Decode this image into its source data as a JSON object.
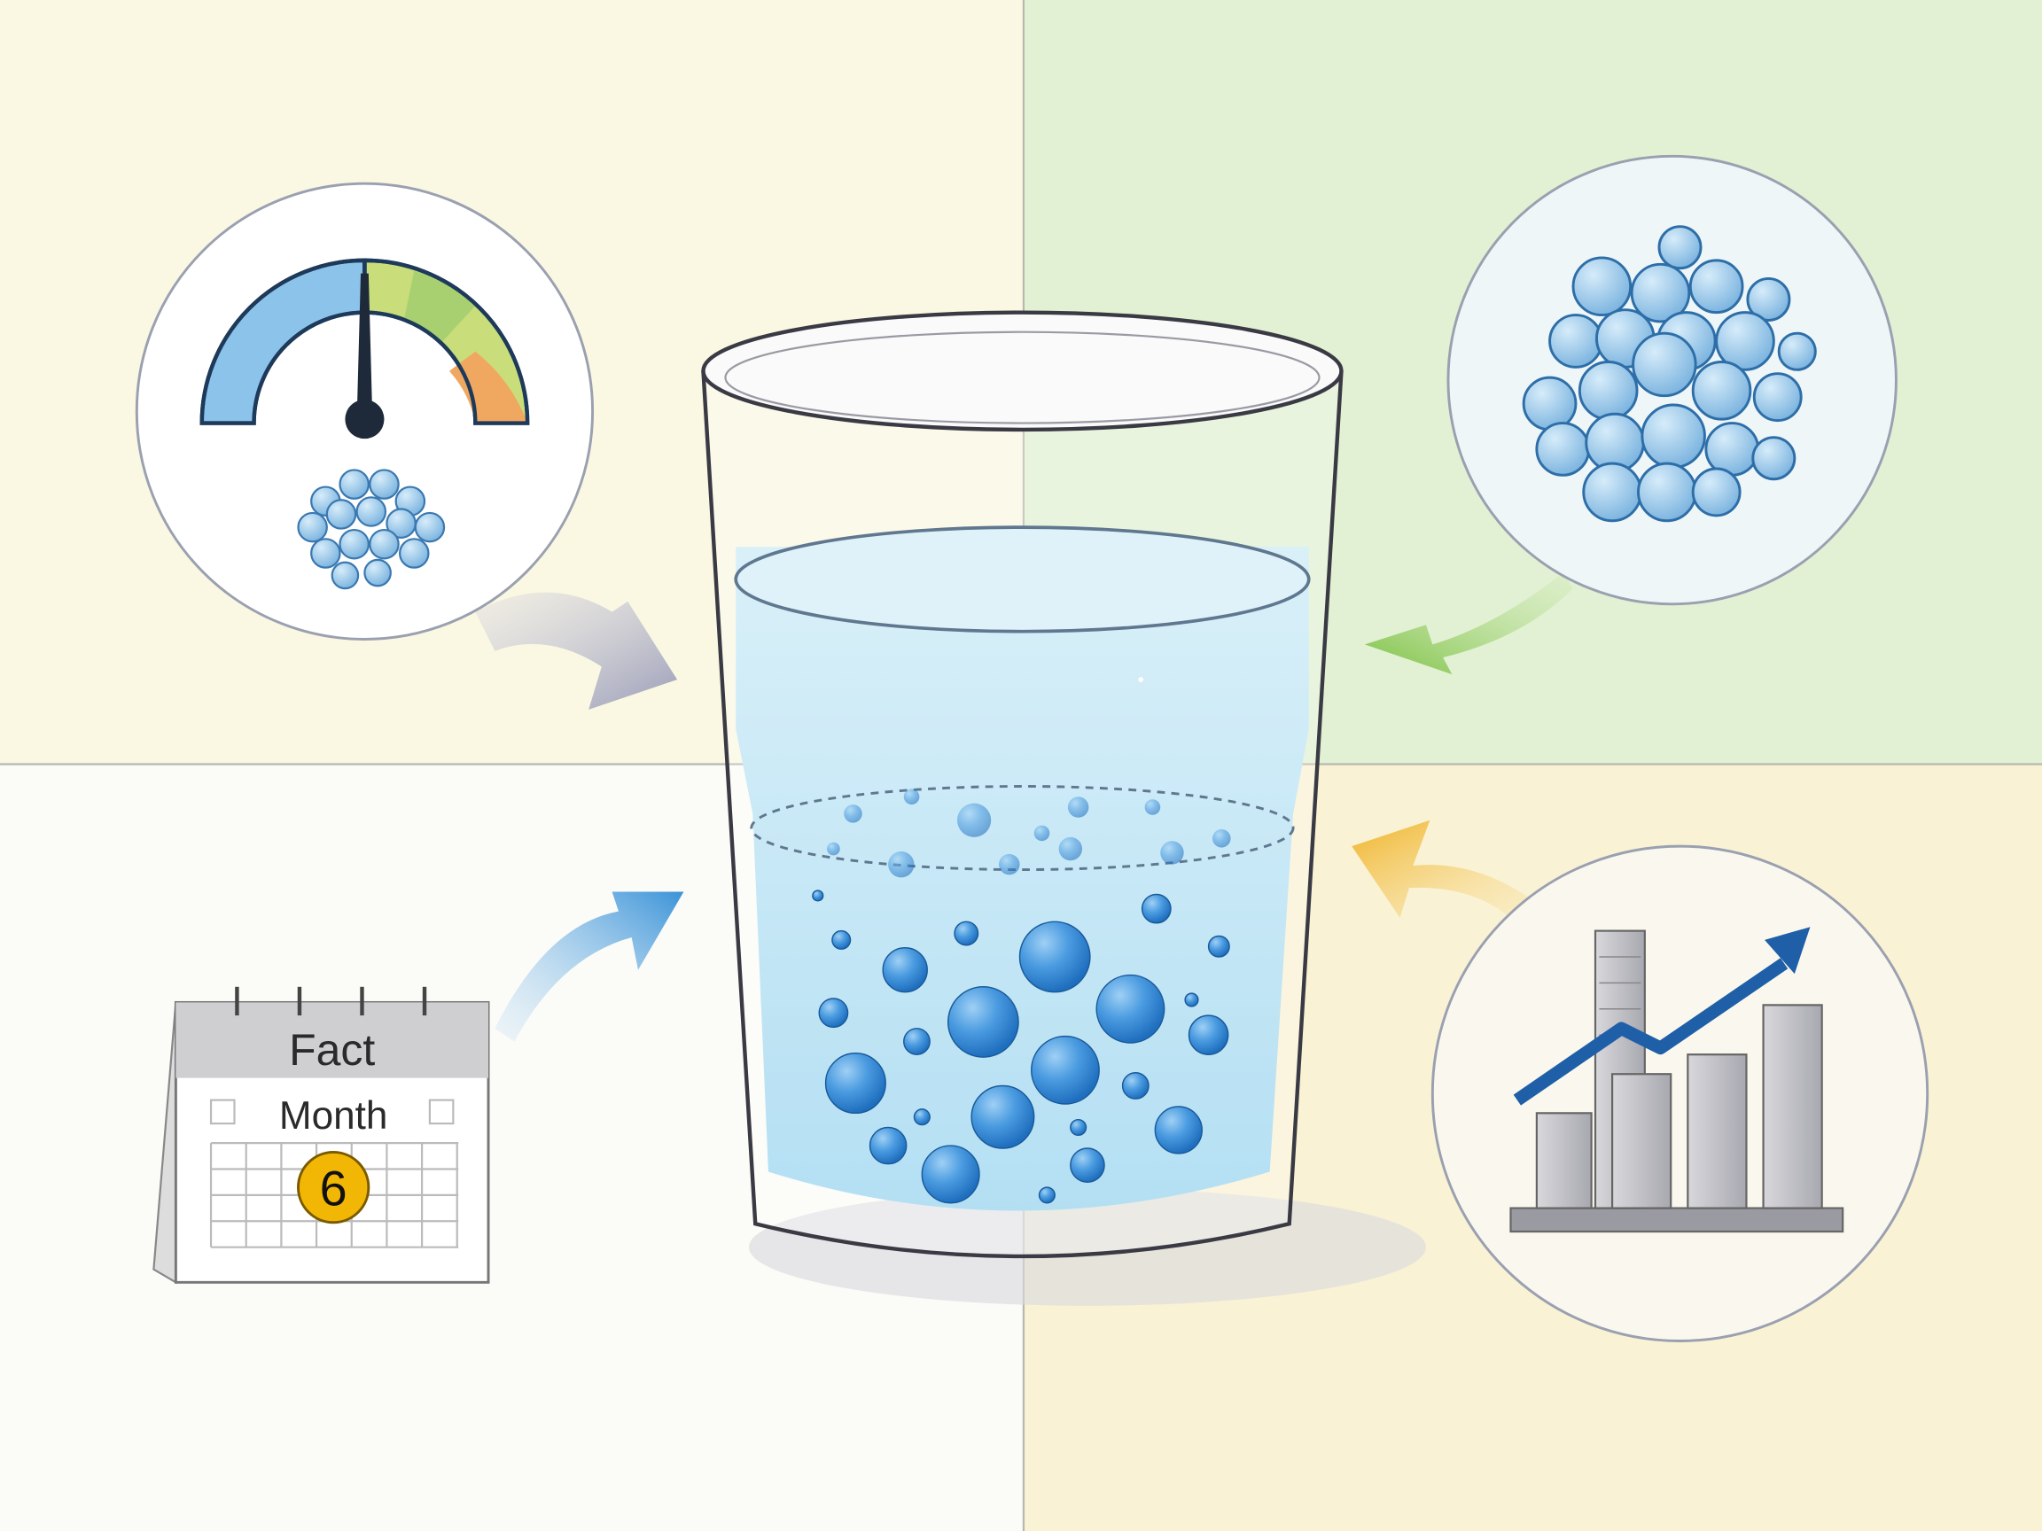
{
  "calendar": {
    "title": "Fact",
    "subtitle": "Month",
    "number": "6"
  },
  "colors": {
    "quadrant_top_left": "#faf7e2",
    "quadrant_top_right": "#e2f1d3",
    "quadrant_bottom_left": "#fbfbf7",
    "quadrant_bottom_right": "#faf2d4",
    "water": "#a9dcf0",
    "bubble": "#3d8fd6",
    "arrow_gray": "#9a9cb8",
    "arrow_green": "#7cc142",
    "arrow_blue": "#3b93d8",
    "arrow_orange": "#f0b429",
    "badge": "#f2b705"
  },
  "icons": [
    "gauge-icon",
    "particle-cluster-icon",
    "calendar-icon",
    "bar-chart-trend-icon",
    "water-glass-icon"
  ]
}
